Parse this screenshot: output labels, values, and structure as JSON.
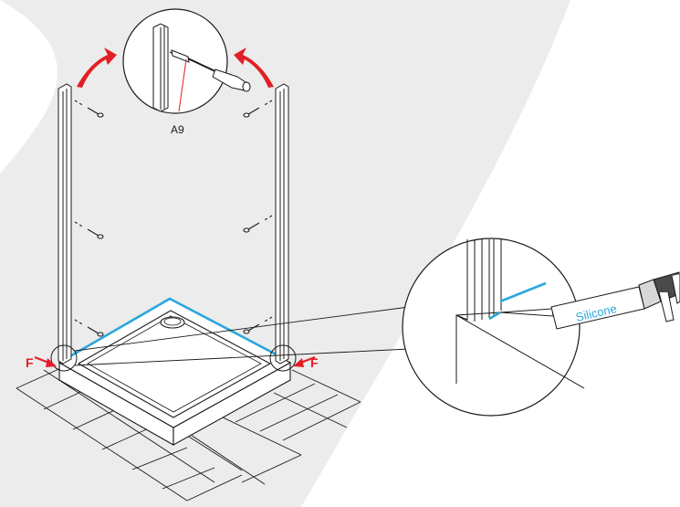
{
  "labels": {
    "part_a9": "A9",
    "force_left": "F",
    "force_right": "F",
    "sealant": "Silicone"
  },
  "colors": {
    "background_shape": "#ededed",
    "line": "#1a1a1a",
    "seal_line": "#2aa7dd",
    "arrow": "#e21f26",
    "label_force": "#e21f26",
    "label_sealant": "#2aa7dd"
  },
  "icons": [
    "screwdriver-icon",
    "screw-icon",
    "silicone-gun-icon",
    "red-arrow-icon",
    "magnifier-circle-icon"
  ]
}
